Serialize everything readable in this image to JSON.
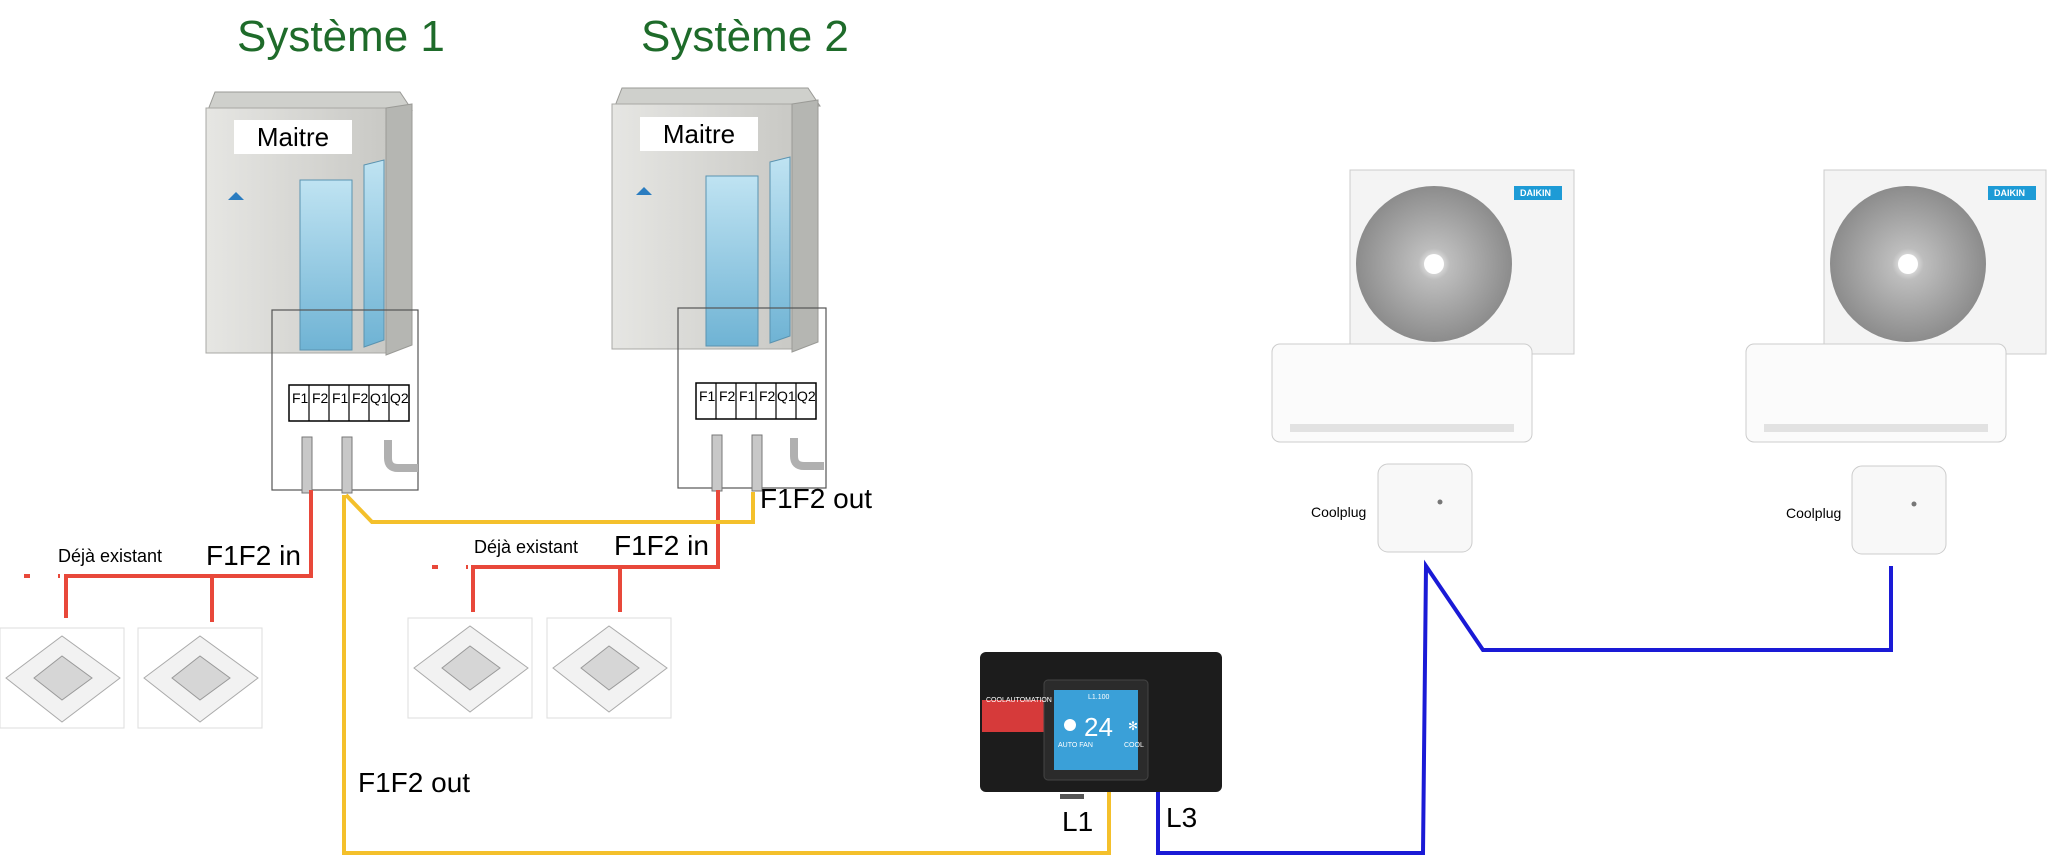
{
  "systems": [
    {
      "title": "Système 1",
      "badge": "Maitre"
    },
    {
      "title": "Système 2",
      "badge": "Maitre"
    }
  ],
  "terminals": [
    "F1",
    "F2",
    "F1",
    "F2",
    "Q1",
    "Q2"
  ],
  "labels": {
    "existing": "Déjà existant",
    "f1f2_in": "F1F2 in",
    "f1f2_out": "F1F2 out",
    "l1": "L1",
    "l3": "L3",
    "coolplug": "Coolplug"
  },
  "controller": {
    "temperature": "24",
    "screen_header": "L1.100",
    "mode_left": "AUTO FAN",
    "mode_right": "COOL",
    "left_label": "COOLAUTOMATION"
  },
  "brand": "DAIKIN",
  "colors": {
    "title": "#1e6b2a",
    "wire_red": "#e8483a",
    "wire_yellow": "#f4c02b",
    "wire_blue": "#1a1ad6",
    "screen": "#3aa0d8",
    "controller": "#1c1c1c"
  }
}
